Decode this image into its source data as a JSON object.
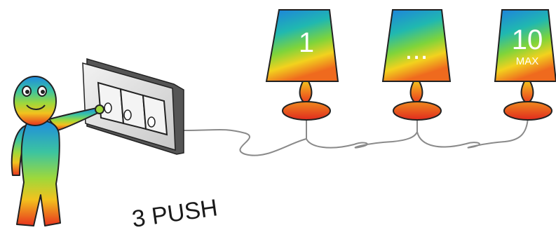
{
  "lamps": [
    {
      "label": "1",
      "sublabel": ""
    },
    {
      "label": "...",
      "sublabel": ""
    },
    {
      "label": "10",
      "sublabel": "MAX"
    }
  ],
  "push_label": "3 PUSH",
  "colors": {
    "gradient_top": "#1e7fe0",
    "gradient_mid": "#7fd43a",
    "gradient_yellow": "#f2d21e",
    "gradient_bottom": "#e8321e",
    "outline": "#222222",
    "plate": "#e6e6e6",
    "plate_shadow": "#555555",
    "wire": "#888888"
  }
}
